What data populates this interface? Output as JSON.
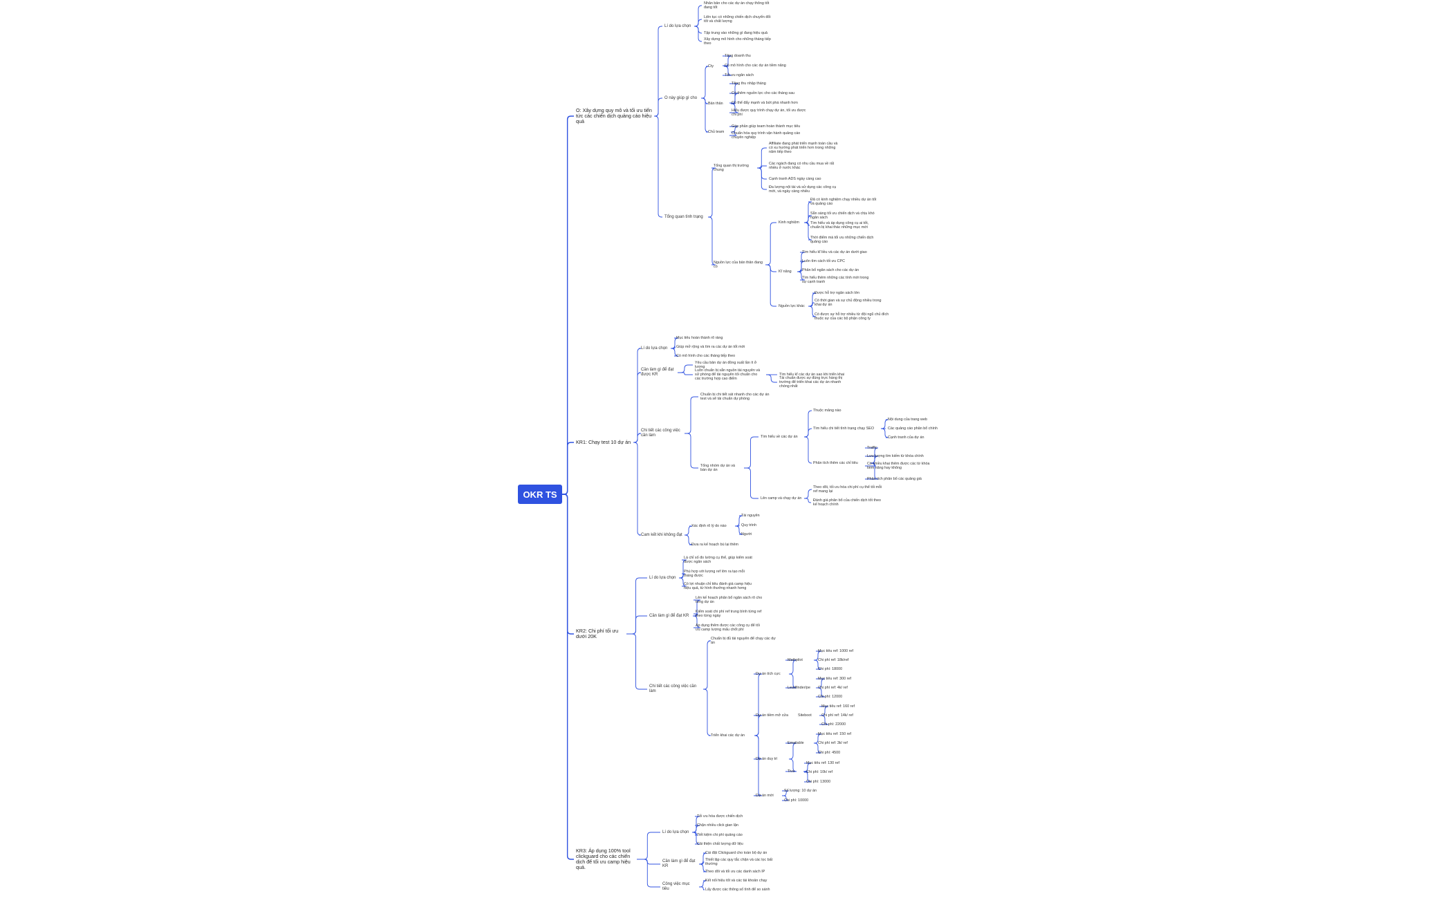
{
  "root": "OKR TS",
  "colors": {
    "line": "#2f52e0",
    "root_bg": "#2f52e0"
  },
  "nodes": [
    {
      "id": "a",
      "p": "root",
      "t": "O: Xây dựng quy mô và tối ưu tiến tức các chiến dịch quảng cáo hiệu quả"
    },
    {
      "id": "a1",
      "p": "a",
      "t": "Lí do lựa chọn"
    },
    {
      "id": "a1a",
      "p": "a1",
      "t": "Nhân bản cho các dự án chạy thông tốt đang tốt"
    },
    {
      "id": "a1b",
      "p": "a1",
      "t": "Liên tục có những chiến dịch chuyển đổi tốt và chất lượng"
    },
    {
      "id": "a1c",
      "p": "a1",
      "t": "Tập trung vào những gì đang hiệu quả"
    },
    {
      "id": "a1d",
      "p": "a1",
      "t": "Xây dựng mô hình cho những tháng tiếp theo"
    },
    {
      "id": "a2",
      "p": "a",
      "t": "O này giúp gì cho"
    },
    {
      "id": "a2a",
      "p": "a2",
      "t": "Cty"
    },
    {
      "id": "a2a1",
      "p": "a2a",
      "t": "Tăng doanh thu"
    },
    {
      "id": "a2a2",
      "p": "a2a",
      "t": "Có mô hình cho các dự án tiềm năng"
    },
    {
      "id": "a2a3",
      "p": "a2a",
      "t": "Tối ưu ngân sách"
    },
    {
      "id": "a2b",
      "p": "a2",
      "t": "Bản thân"
    },
    {
      "id": "a2b1",
      "p": "a2b",
      "t": "Tăng thu nhập tháng"
    },
    {
      "id": "a2b2",
      "p": "a2b",
      "t": "Có thêm nguồn lực cho các tháng sau"
    },
    {
      "id": "a2b3",
      "p": "a2b",
      "t": "Có thể đẩy mạnh và bứt phá nhanh hơn"
    },
    {
      "id": "a2b4",
      "p": "a2b",
      "t": "Hiểu được quy trình chạy dự án, tối ưu được chi phí"
    },
    {
      "id": "a2c",
      "p": "a2",
      "t": "Chủ team"
    },
    {
      "id": "a2c1",
      "p": "a2c",
      "t": "Góp phần giúp team hoàn thành mục tiêu"
    },
    {
      "id": "a2c2",
      "p": "a2c",
      "t": "Chuẩn hóa quy trình vận hành quảng cáo chuyên nghiệp"
    },
    {
      "id": "a3",
      "p": "a",
      "t": "Tổng quan tình trạng"
    },
    {
      "id": "a3a",
      "p": "a3",
      "t": "Tổng quan thị trường chung"
    },
    {
      "id": "a3a1",
      "p": "a3a",
      "t": "Affiliate đang phát triển mạnh toàn cầu và có xu hướng phát triển hơn trong những năm tiếp theo"
    },
    {
      "id": "a3a2",
      "p": "a3a",
      "t": "Các ngách đang có nhu cầu mua về rất nhiều ở nước khác"
    },
    {
      "id": "a3a3",
      "p": "a3a",
      "t": "Cạnh tranh ADS ngày càng cao"
    },
    {
      "id": "a3a4",
      "p": "a3a",
      "t": "Đa lượng nội tài và sử dụng các công cụ mới, và ngày càng nhiều"
    },
    {
      "id": "a3b",
      "p": "a3",
      "t": "Nguồn lực của bản thân đang có"
    },
    {
      "id": "a3b1",
      "p": "a3b",
      "t": "Kinh nghiệm"
    },
    {
      "id": "a3b1a",
      "p": "a3b1",
      "t": "Đã có kinh nghiệm chạy nhiều dự án tốt và quảng cáo"
    },
    {
      "id": "a3b1b",
      "p": "a3b1",
      "t": "Sẵn sàng tối ưu chiến dịch và chịu khó ngân sách"
    },
    {
      "id": "a3b1c",
      "p": "a3b1",
      "t": "Tìm hiểu và áp dụng công cụ ai tốt, chuẩn bị khai thác những mục mới"
    },
    {
      "id": "a3b1d",
      "p": "a3b1",
      "t": "Thời điểm mà tối ưu những chiến dịch quảng cáo"
    },
    {
      "id": "a3b2",
      "p": "a3b",
      "t": "Kĩ năng"
    },
    {
      "id": "a3b2a",
      "p": "a3b2",
      "t": "Tìm hiểu kĩ liều và các dự án dưới giao"
    },
    {
      "id": "a3b2b",
      "p": "a3b2",
      "t": "Luôn tìm cách tối ưu CPC"
    },
    {
      "id": "a3b2c",
      "p": "a3b2",
      "t": "Phân bổ ngân sách cho các dự án"
    },
    {
      "id": "a3b2d",
      "p": "a3b2",
      "t": "Tìm hiểu thêm những các tính mới trong sự cạnh tranh"
    },
    {
      "id": "a3b3",
      "p": "a3b",
      "t": "Nguồn lực khác"
    },
    {
      "id": "a3b3a",
      "p": "a3b3",
      "t": "Được hỗ trợ ngân sách lớn"
    },
    {
      "id": "a3b3b",
      "p": "a3b3",
      "t": "Có thời gian và sự chủ động nhiều trong khai dự án"
    },
    {
      "id": "a3b3c",
      "p": "a3b3",
      "t": "Có được sự hỗ trợ nhiều từ đội ngũ chủ đích thuộc sự của các bộ phận công ty"
    },
    {
      "id": "b",
      "p": "root",
      "t": "KR1: Chạy test 10 dự án"
    },
    {
      "id": "b1",
      "p": "b",
      "t": "Lí do lựa chọn"
    },
    {
      "id": "b1a",
      "p": "b1",
      "t": "Mục tiêu hoàn thành rõ ràng"
    },
    {
      "id": "b1b",
      "p": "b1",
      "t": "Giúp mở rộng và tìm ra các dự án tốt mới"
    },
    {
      "id": "b1c",
      "p": "b1",
      "t": "Có mô hình cho các tháng tiếp theo"
    },
    {
      "id": "b2",
      "p": "b",
      "t": "Cần làm gì để đạt được KR"
    },
    {
      "id": "b2a",
      "p": "b2",
      "t": "Yêu cầu bản dự án đồng xuất lần ít ở lượng"
    },
    {
      "id": "b2b",
      "p": "b2",
      "t": "Luôn chuẩn bị sẵn nguồn tài nguyên và sử phòng để tài nguyên tối chuẩn cho các trường hợp cao điểm"
    },
    {
      "id": "b2b1",
      "p": "b2b",
      "t": "Tìm hiểu kĩ các dự án sao khi triển khai"
    },
    {
      "id": "b2b2",
      "p": "b2b",
      "t": "Tài chuẩn được sự đúng trực hàng thị trường để triển khai các dự án nhanh chóng nhất"
    },
    {
      "id": "b3",
      "p": "b",
      "t": "Chi tiết các công việc cần làm"
    },
    {
      "id": "b3a",
      "p": "b3",
      "t": "Chuẩn bị chi tiết sát nhanh cho các dự án test và sẽ tài chuẩn dự phòng"
    },
    {
      "id": "b3b",
      "p": "b3",
      "t": "Tổng nhóm dự án và bàn dự án"
    },
    {
      "id": "b3b1",
      "p": "b3b",
      "t": "Tìm hiểu về các dự án"
    },
    {
      "id": "b3b1a",
      "p": "b3b1",
      "t": "Thuộc mảng nào"
    },
    {
      "id": "b3b1b",
      "p": "b3b1",
      "t": "Tìm hiểu chi tiết tình trạng chạy SEO"
    },
    {
      "id": "b3b1b1",
      "p": "b3b1b",
      "t": "Nội dung của trang web"
    },
    {
      "id": "b3b1b2",
      "p": "b3b1b",
      "t": "Các quảng cáo phân bổ chính"
    },
    {
      "id": "b3b1b3",
      "p": "b3b1b",
      "t": "Cạnh tranh của dự án"
    },
    {
      "id": "b3b1c",
      "p": "b3b1",
      "t": "Phân tích thêm các chỉ tiêu"
    },
    {
      "id": "b3b1c1",
      "p": "b3b1c",
      "t": "Traffic"
    },
    {
      "id": "b3b1c2",
      "p": "b3b1c",
      "t": "Lưu lượng tìm kiếm từ khóa chính"
    },
    {
      "id": "b3b1c3",
      "p": "b3b1c",
      "t": "Có nhiều khai thêm được các từ khóa tiềm năng hay không"
    },
    {
      "id": "b3b1c4",
      "p": "b3b1c",
      "t": "Phân tích phân bổ các quảng giá"
    },
    {
      "id": "b3b2",
      "p": "b3b",
      "t": "Lên camp và chạy dự án"
    },
    {
      "id": "b3b2a",
      "p": "b3b2",
      "t": "Theo dõi, tối ưu hóa chi phí cụ thể tối mỗi ref mang lại"
    },
    {
      "id": "b3b2b",
      "p": "b3b2",
      "t": "Đánh giá phân bổ của chiến dịch tốt theo kế hoạch chính"
    },
    {
      "id": "b4",
      "p": "b",
      "t": "Cam kết khi không đạt"
    },
    {
      "id": "b4a",
      "p": "b4",
      "t": "Xác định rõ lý do nào"
    },
    {
      "id": "b4a1",
      "p": "b4a",
      "t": "Tài nguyên"
    },
    {
      "id": "b4a2",
      "p": "b4a",
      "t": "Quy trình"
    },
    {
      "id": "b4a3",
      "p": "b4a",
      "t": "Người"
    },
    {
      "id": "b4b",
      "p": "b4",
      "t": "Đưa ra kế hoạch bù lại thêm"
    },
    {
      "id": "c",
      "p": "root",
      "t": "KR2: Chi phí tối ưu dưới 20K"
    },
    {
      "id": "c1",
      "p": "c",
      "t": "Lí do lựa chọn"
    },
    {
      "id": "c1a",
      "p": "c1",
      "t": "Là chỉ số đo lường cụ thể, giúp kiểm soát được ngân sách"
    },
    {
      "id": "c1b",
      "p": "c1",
      "t": "Phù hợp với lượng ref lớn ra tạo mỗi tháng được"
    },
    {
      "id": "c1c",
      "p": "c1",
      "t": "Có lợi nhuận chỉ tiêu đánh giá camp hiệu hiệu quả, từ hình thưởng nhanh hơng"
    },
    {
      "id": "c2",
      "p": "c",
      "t": "Cần làm gì để đạt KR"
    },
    {
      "id": "c2a",
      "p": "c2",
      "t": "Lên kế hoạch phân bổ ngân sách rõ cho từng dự án"
    },
    {
      "id": "c2b",
      "p": "c2",
      "t": "Kiểm soát chi phí ref trung bình từng ref theo từng ngày"
    },
    {
      "id": "c2c",
      "p": "c2",
      "t": "Áp dụng thêm được các công cụ để tối ưu camp lượng mấu chốt phí"
    },
    {
      "id": "c3",
      "p": "c",
      "t": "Chi tiết các công việc cần làm"
    },
    {
      "id": "c3a",
      "p": "c3",
      "t": "Chuẩn bị đủ tài nguyên để chạy các dự án"
    },
    {
      "id": "c3b",
      "p": "c3",
      "t": "Triển khai các dự án"
    },
    {
      "id": "c3b1",
      "p": "c3b",
      "t": "Dự án tích cực"
    },
    {
      "id": "c3b1a",
      "p": "c3b1",
      "t": "Mathpilot"
    },
    {
      "id": "c3b1a1",
      "p": "c3b1a",
      "t": "Mục tiêu ref: 1000 ref"
    },
    {
      "id": "c3b1a2",
      "p": "c3b1a",
      "t": "Chi phí ref: 18k/ref"
    },
    {
      "id": "c3b1a3",
      "p": "c3b1a",
      "t": "Chi phí: 18000"
    },
    {
      "id": "c3b1b",
      "p": "c3b1",
      "t": "Leadfinder/pe"
    },
    {
      "id": "c3b1b1",
      "p": "c3b1b",
      "t": "Mục tiêu ref: 300 ref"
    },
    {
      "id": "c3b1b2",
      "p": "c3b1b",
      "t": "Chi phí ref: 4k/ ref"
    },
    {
      "id": "c3b1b3",
      "p": "c3b1b",
      "t": "Chi phí: 12000"
    },
    {
      "id": "c3b2",
      "p": "c3b",
      "t": "Dự án tiềm mở cửa"
    },
    {
      "id": "c3b2a",
      "p": "c3b2",
      "t": "Siteboot"
    },
    {
      "id": "c3b2a1",
      "p": "c3b2a",
      "t": "Mục tiêu ref: 160 ref"
    },
    {
      "id": "c3b2a2",
      "p": "c3b2a",
      "t": "Chi phí ref: 14k/ ref"
    },
    {
      "id": "c3b2a3",
      "p": "c3b2a",
      "t": "Chi phí: 22000"
    },
    {
      "id": "c3b3",
      "p": "c3b",
      "t": "Dự án duy trì"
    },
    {
      "id": "c3b3a",
      "p": "c3b3",
      "t": "Emailable"
    },
    {
      "id": "c3b3a1",
      "p": "c3b3a",
      "t": "Mục tiêu ref: 150 ref"
    },
    {
      "id": "c3b3a2",
      "p": "c3b3a",
      "t": "Chi phí ref: 3k/ ref"
    },
    {
      "id": "c3b3a3",
      "p": "c3b3a",
      "t": "Chi phí: 4500"
    },
    {
      "id": "c3b3b",
      "p": "c3b3",
      "t": "Tiva"
    },
    {
      "id": "c3b3b1",
      "p": "c3b3b",
      "t": "Mục tiêu ref: 130 ref"
    },
    {
      "id": "c3b3b2",
      "p": "c3b3b",
      "t": "Chi phí: 10k/ ref"
    },
    {
      "id": "c3b3b3",
      "p": "c3b3b",
      "t": "Chi phí: 13000"
    },
    {
      "id": "c3b4",
      "p": "c3b",
      "t": "Dự án mới"
    },
    {
      "id": "c3b4a",
      "p": "c3b4",
      "t": "Số lượng: 10 dự án"
    },
    {
      "id": "c3b4b",
      "p": "c3b4",
      "t": "Chi phí: 10000"
    },
    {
      "id": "d",
      "p": "root",
      "t": "KR3: Áp dụng 100% tool clickguard cho các chiến dịch để tối ưu camp hiệu quả."
    },
    {
      "id": "d1",
      "p": "d",
      "t": "Lí do lựa chọn"
    },
    {
      "id": "d1a",
      "p": "d1",
      "t": "Tối ưu hóa được chiến dịch"
    },
    {
      "id": "d1b",
      "p": "d1",
      "t": "Chặn nhiều click gian lận"
    },
    {
      "id": "d1c",
      "p": "d1",
      "t": "Tiết kiệm chi phí quảng cáo"
    },
    {
      "id": "d1d",
      "p": "d1",
      "t": "Cải thiện chất lượng dữ liệu"
    },
    {
      "id": "d2",
      "p": "d",
      "t": "Cần làm gì để đạt KR"
    },
    {
      "id": "d2a",
      "p": "d2",
      "t": "Cài đặt Clickguard cho toàn bộ dự án"
    },
    {
      "id": "d2b",
      "p": "d2",
      "t": "Thiết lập các quy tắc chặn và các lọc bất thường"
    },
    {
      "id": "d2c",
      "p": "d2",
      "t": "Theo dõi và tối ưu các danh sách IP"
    },
    {
      "id": "d3",
      "p": "d",
      "t": "Công việc mục tiêu"
    },
    {
      "id": "d3a",
      "p": "d3",
      "t": "Kết nối hiệu tốt và các tài khoản chạy"
    },
    {
      "id": "d3b",
      "p": "d3",
      "t": "Lấy được các thông số tình để so sánh"
    }
  ]
}
